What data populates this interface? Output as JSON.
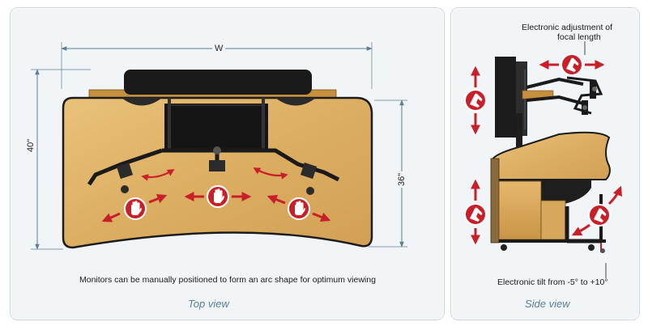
{
  "top_view": {
    "label": "Top view",
    "caption": "Monitors can be manually positioned to form an arc shape for optimum viewing",
    "dim_width": "W",
    "dim_depth_left": "40\"",
    "dim_depth_right": "36\""
  },
  "side_view": {
    "label": "Side view",
    "annotation_top_line1": "Electronic adjustment of",
    "annotation_top_line2": "focal length",
    "annotation_bottom": "Electronic tilt from -5° to +10°"
  },
  "colors": {
    "panel_bg": "#f2f5f7",
    "desk_wood": "#e0b266",
    "arrow_red": "#c8202a",
    "caption_blue": "#5a7e96"
  },
  "icons": [
    "hand-icon",
    "arrow-icon",
    "dimension-line"
  ]
}
